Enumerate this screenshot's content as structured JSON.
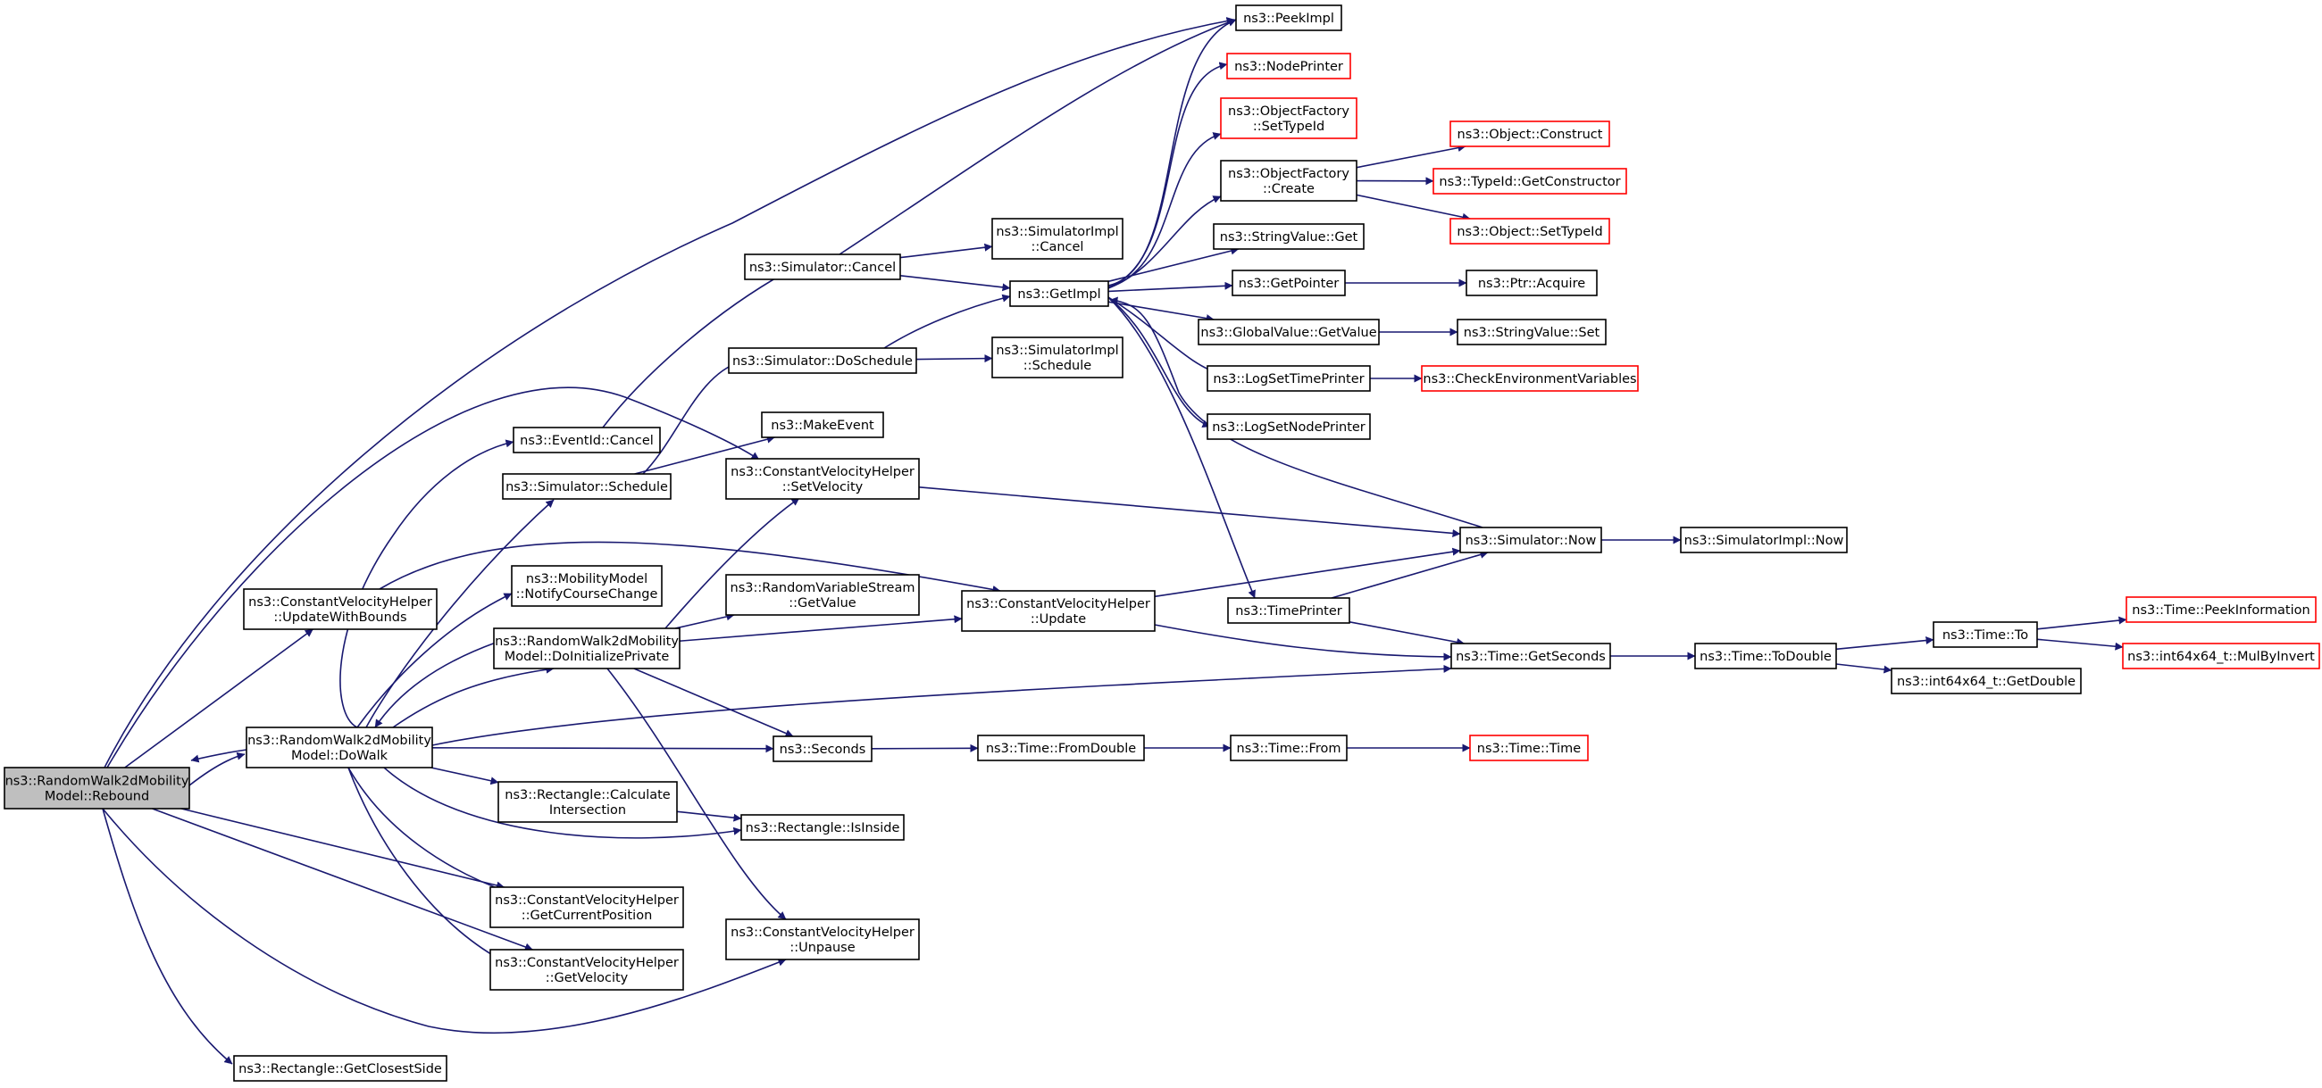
{
  "graph": {
    "edge_color": "#191970",
    "root_fill": "#bfbfbf",
    "truncated_border": "#ff0000",
    "nodes": [
      {
        "id": "rebound",
        "lines": [
          "ns3::RandomWalk2dMobility",
          "Model::Rebound"
        ],
        "style": "root"
      },
      {
        "id": "getClosestSide",
        "lines": [
          "ns3::Rectangle::GetClosestSide"
        ],
        "style": "normal"
      },
      {
        "id": "getVelocity",
        "lines": [
          "ns3::ConstantVelocityHelper",
          "::GetVelocity"
        ],
        "style": "normal"
      },
      {
        "id": "getCurrentPosition",
        "lines": [
          "ns3::ConstantVelocityHelper",
          "::GetCurrentPosition"
        ],
        "style": "normal"
      },
      {
        "id": "calcIntersection",
        "lines": [
          "ns3::Rectangle::Calculate",
          "Intersection"
        ],
        "style": "normal"
      },
      {
        "id": "isInside",
        "lines": [
          "ns3::Rectangle::IsInside"
        ],
        "style": "normal"
      },
      {
        "id": "unpause",
        "lines": [
          "ns3::ConstantVelocityHelper",
          "::Unpause"
        ],
        "style": "normal"
      },
      {
        "id": "doWalk",
        "lines": [
          "ns3::RandomWalk2dMobility",
          "Model::DoWalk"
        ],
        "style": "normal"
      },
      {
        "id": "updateWithBounds",
        "lines": [
          "ns3::ConstantVelocityHelper",
          "::UpdateWithBounds"
        ],
        "style": "normal"
      },
      {
        "id": "doInitPrivate",
        "lines": [
          "ns3::RandomWalk2dMobility",
          "Model::DoInitializePrivate"
        ],
        "style": "normal"
      },
      {
        "id": "notifyCourse",
        "lines": [
          "ns3::MobilityModel",
          "::NotifyCourseChange"
        ],
        "style": "normal"
      },
      {
        "id": "simSchedule",
        "lines": [
          "ns3::Simulator::Schedule"
        ],
        "style": "normal"
      },
      {
        "id": "eventCancel",
        "lines": [
          "ns3::EventId::Cancel"
        ],
        "style": "normal"
      },
      {
        "id": "makeEvent",
        "lines": [
          "ns3::MakeEvent"
        ],
        "style": "normal"
      },
      {
        "id": "setVelocity",
        "lines": [
          "ns3::ConstantVelocityHelper",
          "::SetVelocity"
        ],
        "style": "normal"
      },
      {
        "id": "rvsGetValue",
        "lines": [
          "ns3::RandomVariableStream",
          "::GetValue"
        ],
        "style": "normal"
      },
      {
        "id": "cvhUpdate",
        "lines": [
          "ns3::ConstantVelocityHelper",
          "::Update"
        ],
        "style": "normal"
      },
      {
        "id": "seconds",
        "lines": [
          "ns3::Seconds"
        ],
        "style": "normal"
      },
      {
        "id": "simCancel",
        "lines": [
          "ns3::Simulator::Cancel"
        ],
        "style": "normal"
      },
      {
        "id": "simDoSchedule",
        "lines": [
          "ns3::Simulator::DoSchedule"
        ],
        "style": "normal"
      },
      {
        "id": "simImplCancel",
        "lines": [
          "ns3::SimulatorImpl",
          "::Cancel"
        ],
        "style": "normal"
      },
      {
        "id": "simImplSchedule",
        "lines": [
          "ns3::SimulatorImpl",
          "::Schedule"
        ],
        "style": "normal"
      },
      {
        "id": "getImpl",
        "lines": [
          "ns3::GetImpl"
        ],
        "style": "normal"
      },
      {
        "id": "fromDouble",
        "lines": [
          "ns3::Time::FromDouble"
        ],
        "style": "normal"
      },
      {
        "id": "peekImpl",
        "lines": [
          "ns3::PeekImpl"
        ],
        "style": "normal"
      },
      {
        "id": "nodePrinter",
        "lines": [
          "ns3::NodePrinter"
        ],
        "style": "truncated"
      },
      {
        "id": "ofSetTypeId",
        "lines": [
          "ns3::ObjectFactory",
          "::SetTypeId"
        ],
        "style": "truncated"
      },
      {
        "id": "ofCreate",
        "lines": [
          "ns3::ObjectFactory",
          "::Create"
        ],
        "style": "normal"
      },
      {
        "id": "stringValueGet",
        "lines": [
          "ns3::StringValue::Get"
        ],
        "style": "normal"
      },
      {
        "id": "getPointer",
        "lines": [
          "ns3::GetPointer"
        ],
        "style": "normal"
      },
      {
        "id": "gvGetValue",
        "lines": [
          "ns3::GlobalValue::GetValue"
        ],
        "style": "normal"
      },
      {
        "id": "logSetTimePrinter",
        "lines": [
          "ns3::LogSetTimePrinter"
        ],
        "style": "normal"
      },
      {
        "id": "logSetNodePrinter",
        "lines": [
          "ns3::LogSetNodePrinter"
        ],
        "style": "normal"
      },
      {
        "id": "timePrinter",
        "lines": [
          "ns3::TimePrinter"
        ],
        "style": "normal"
      },
      {
        "id": "timeFrom",
        "lines": [
          "ns3::Time::From"
        ],
        "style": "normal"
      },
      {
        "id": "objConstruct",
        "lines": [
          "ns3::Object::Construct"
        ],
        "style": "truncated"
      },
      {
        "id": "typeIdGetCtor",
        "lines": [
          "ns3::TypeId::GetConstructor"
        ],
        "style": "truncated"
      },
      {
        "id": "objSetTypeId",
        "lines": [
          "ns3::Object::SetTypeId"
        ],
        "style": "truncated"
      },
      {
        "id": "ptrAcquire",
        "lines": [
          "ns3::Ptr::Acquire"
        ],
        "style": "normal"
      },
      {
        "id": "stringValueSet",
        "lines": [
          "ns3::StringValue::Set"
        ],
        "style": "normal"
      },
      {
        "id": "checkEnvVars",
        "lines": [
          "ns3::CheckEnvironmentVariables"
        ],
        "style": "truncated"
      },
      {
        "id": "simNow",
        "lines": [
          "ns3::Simulator::Now"
        ],
        "style": "normal"
      },
      {
        "id": "getSeconds",
        "lines": [
          "ns3::Time::GetSeconds"
        ],
        "style": "normal"
      },
      {
        "id": "timeTime",
        "lines": [
          "ns3::Time::Time"
        ],
        "style": "truncated"
      },
      {
        "id": "simImplNow",
        "lines": [
          "ns3::SimulatorImpl::Now"
        ],
        "style": "normal"
      },
      {
        "id": "toDouble",
        "lines": [
          "ns3::Time::ToDouble"
        ],
        "style": "normal"
      },
      {
        "id": "timeTo",
        "lines": [
          "ns3::Time::To"
        ],
        "style": "normal"
      },
      {
        "id": "getDouble",
        "lines": [
          "ns3::int64x64_t::GetDouble"
        ],
        "style": "normal"
      },
      {
        "id": "peekInformation",
        "lines": [
          "ns3::Time::PeekInformation"
        ],
        "style": "truncated"
      },
      {
        "id": "mulByInvert",
        "lines": [
          "ns3::int64x64_t::MulByInvert"
        ],
        "style": "truncated"
      }
    ],
    "edges": [
      [
        "rebound",
        "getClosestSide"
      ],
      [
        "rebound",
        "getVelocity"
      ],
      [
        "rebound",
        "getCurrentPosition"
      ],
      [
        "rebound",
        "unpause"
      ],
      [
        "rebound",
        "doWalk"
      ],
      [
        "rebound",
        "updateWithBounds"
      ],
      [
        "rebound",
        "setVelocity"
      ],
      [
        "rebound",
        "peekImpl"
      ],
      [
        "doWalk",
        "rebound"
      ],
      [
        "doWalk",
        "getVelocity"
      ],
      [
        "doWalk",
        "getCurrentPosition"
      ],
      [
        "doWalk",
        "calcIntersection"
      ],
      [
        "doWalk",
        "isInside"
      ],
      [
        "doWalk",
        "doInitPrivate"
      ],
      [
        "doWalk",
        "notifyCourse"
      ],
      [
        "doWalk",
        "simSchedule"
      ],
      [
        "doWalk",
        "eventCancel"
      ],
      [
        "doWalk",
        "seconds"
      ],
      [
        "doWalk",
        "getSeconds"
      ],
      [
        "calcIntersection",
        "isInside"
      ],
      [
        "updateWithBounds",
        "cvhUpdate"
      ],
      [
        "doInitPrivate",
        "doWalk"
      ],
      [
        "doInitPrivate",
        "setVelocity"
      ],
      [
        "doInitPrivate",
        "rvsGetValue"
      ],
      [
        "doInitPrivate",
        "cvhUpdate"
      ],
      [
        "doInitPrivate",
        "seconds"
      ],
      [
        "doInitPrivate",
        "unpause"
      ],
      [
        "simSchedule",
        "makeEvent"
      ],
      [
        "simSchedule",
        "simDoSchedule"
      ],
      [
        "eventCancel",
        "simCancel"
      ],
      [
        "setVelocity",
        "simNow"
      ],
      [
        "cvhUpdate",
        "simNow"
      ],
      [
        "cvhUpdate",
        "getSeconds"
      ],
      [
        "seconds",
        "fromDouble"
      ],
      [
        "fromDouble",
        "timeFrom"
      ],
      [
        "timeFrom",
        "timeTime"
      ],
      [
        "simCancel",
        "simImplCancel"
      ],
      [
        "simCancel",
        "getImpl"
      ],
      [
        "simCancel",
        "peekImpl"
      ],
      [
        "simDoSchedule",
        "getImpl"
      ],
      [
        "simDoSchedule",
        "simImplSchedule"
      ],
      [
        "getImpl",
        "peekImpl"
      ],
      [
        "getImpl",
        "nodePrinter"
      ],
      [
        "getImpl",
        "ofSetTypeId"
      ],
      [
        "getImpl",
        "ofCreate"
      ],
      [
        "getImpl",
        "stringValueGet"
      ],
      [
        "getImpl",
        "getPointer"
      ],
      [
        "getImpl",
        "gvGetValue"
      ],
      [
        "getImpl",
        "logSetTimePrinter"
      ],
      [
        "getImpl",
        "logSetNodePrinter"
      ],
      [
        "getImpl",
        "timePrinter"
      ],
      [
        "ofCreate",
        "objConstruct"
      ],
      [
        "ofCreate",
        "typeIdGetCtor"
      ],
      [
        "ofCreate",
        "objSetTypeId"
      ],
      [
        "getPointer",
        "ptrAcquire"
      ],
      [
        "gvGetValue",
        "stringValueSet"
      ],
      [
        "logSetTimePrinter",
        "checkEnvVars"
      ],
      [
        "timePrinter",
        "simNow"
      ],
      [
        "timePrinter",
        "getSeconds"
      ],
      [
        "simNow",
        "getImpl"
      ],
      [
        "simNow",
        "simImplNow"
      ],
      [
        "getSeconds",
        "toDouble"
      ],
      [
        "toDouble",
        "timeTo"
      ],
      [
        "toDouble",
        "getDouble"
      ],
      [
        "timeTo",
        "peekInformation"
      ],
      [
        "timeTo",
        "mulByInvert"
      ]
    ]
  }
}
